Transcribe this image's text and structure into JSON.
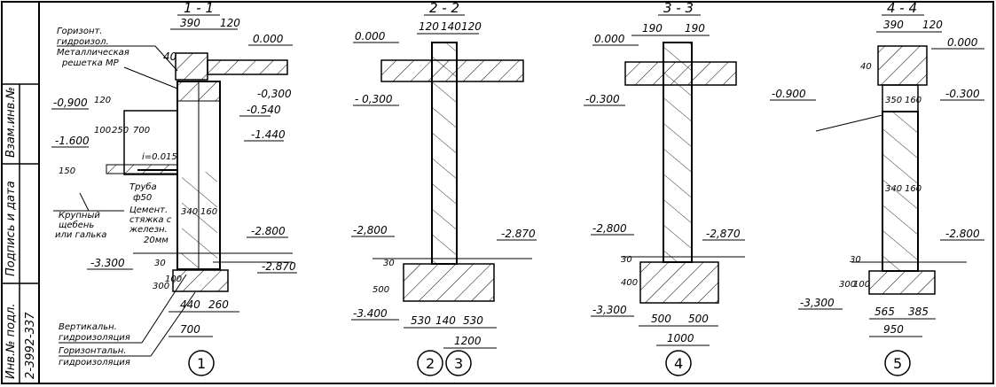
{
  "side_stamp": {
    "inv_podl": "Инв.№ подл.",
    "doc_no": "2-3992-337",
    "podpis": "Подпись и дата",
    "vzam": "Взам.инв.№"
  },
  "sections": [
    {
      "title": "1 - 1",
      "dims_top": [
        "390",
        "120"
      ],
      "levels": [
        "0.000",
        "-0,300",
        "-0.540",
        "-1.440",
        "-0,900",
        "-1.600",
        "-2.800",
        "-2.870",
        "-3.300"
      ],
      "callouts": [
        "Горизонт.",
        "гидроизол.",
        "Металлическая",
        "решетка МР",
        "Труба",
        "ф50",
        "Цемент.",
        "стяжка с",
        "железн.",
        "20мм",
        "Крупный",
        "щебень",
        "или галька",
        "Вертикальн.",
        "гидроизоляция",
        "Горизонтальн.",
        "гидроизоляция"
      ],
      "small_dims": [
        "40",
        "120",
        "100",
        "250",
        "700",
        "150",
        "i=0.015",
        "340",
        "160",
        "30",
        "100",
        "300"
      ],
      "dims_bottom": [
        "440",
        "260",
        "700"
      ],
      "marker": "1"
    },
    {
      "title": "2 - 2",
      "dims_top": [
        "120",
        "140",
        "120"
      ],
      "levels": [
        "0.000",
        "- 0,300",
        "-2,800",
        "-2.870",
        "-3.400"
      ],
      "small_dims": [
        "30",
        "500"
      ],
      "dims_bottom": [
        "530",
        "140",
        "530",
        "1200"
      ],
      "markers": [
        "2",
        "3"
      ]
    },
    {
      "title": "3 - 3",
      "dims_top": [
        "190",
        "190"
      ],
      "levels": [
        "0.000",
        "-0.300",
        "-2,800",
        "-2,870",
        "-3,300"
      ],
      "small_dims": [
        "30",
        "400"
      ],
      "dims_bottom": [
        "500",
        "500",
        "1000"
      ],
      "marker": "4"
    },
    {
      "title": "4 - 4",
      "dims_top": [
        "390",
        "120"
      ],
      "levels": [
        "0.000",
        "-0.900",
        "-0.300",
        "-2.800",
        "-3,300"
      ],
      "small_dims": [
        "40",
        "350",
        "160",
        "340",
        "160",
        "30",
        "300",
        "100"
      ],
      "dims_bottom": [
        "565",
        "385",
        "950"
      ],
      "marker": "5"
    }
  ]
}
